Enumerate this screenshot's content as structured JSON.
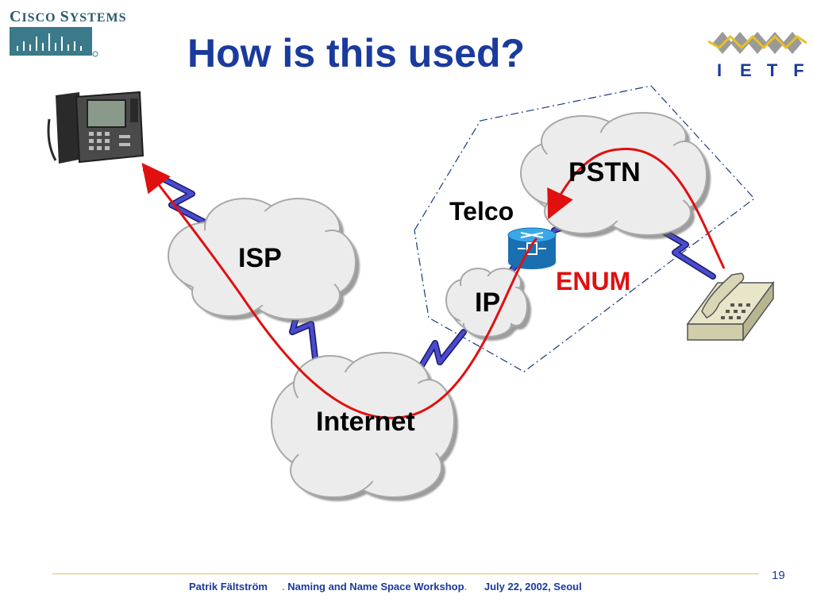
{
  "slide": {
    "title": "How is this used?",
    "page_number": "19"
  },
  "branding": {
    "cisco_first": "C",
    "cisco_rest1": "ISCO ",
    "cisco_second": "S",
    "cisco_rest2": "YSTEMS",
    "ietf_letters": [
      "I",
      "E",
      "T",
      "F"
    ]
  },
  "diagram": {
    "clouds": {
      "isp": "ISP",
      "internet": "Internet",
      "ip": "IP",
      "pstn": "PSTN"
    },
    "telco_label": "Telco",
    "enum_label": "ENUM"
  },
  "footer": {
    "author": "Patrik Fältström",
    "sep1": ".",
    "event": "Naming and Name Space Workshop",
    "sep2": ".",
    "date": "July 22,  2002, Seoul"
  },
  "colors": {
    "title": "#1a3a9c",
    "link": "#3a3acc",
    "path": "#e01010",
    "cloud_fill": "#ececec",
    "router": "#1f8fd0"
  }
}
